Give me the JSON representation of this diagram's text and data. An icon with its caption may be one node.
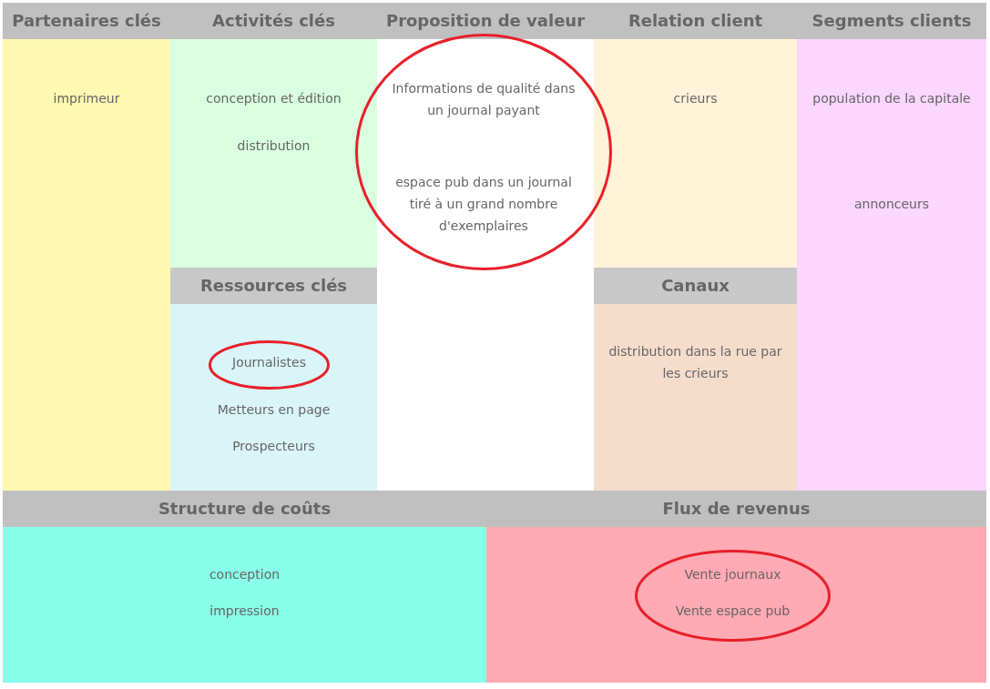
{
  "diagram": {
    "nodes": [
      {
        "text": [
          "Partenaires clés",
          "imprimeur"
        ]
      },
      {
        "text": [
          "Activités clés",
          "conception et édition",
          "distribution"
        ]
      },
      {
        "text": [
          "Proposition de valeur"
        ]
      },
      {
        "text": [
          "Informations de qualité dans un journal payant",
          "espace pub dans un journal tiré à un grand nombre d'exemplaires"
        ],
        "in": 2
      },
      {
        "text": [
          "Relation client",
          "crieurs"
        ]
      },
      {
        "text": [
          "Segments clients",
          "population de la capitale",
          "annonceurs"
        ]
      },
      {
        "text": [
          "Ressources clés",
          "Metteurs en page",
          "Prospecteurs"
        ]
      },
      {
        "text": [
          "Journalistes"
        ],
        "in": 6
      },
      {
        "text": [
          "Canaux",
          "distribution dans la rue par les crieurs"
        ]
      },
      {
        "text": [
          "Structure de coûts",
          "conception",
          "impression"
        ]
      },
      {
        "text": [
          "Flux de revenus"
        ]
      },
      {
        "text": [
          "Vente journaux",
          "Vente espace pub"
        ],
        "in": 10
      }
    ],
    "edges": []
  }
}
